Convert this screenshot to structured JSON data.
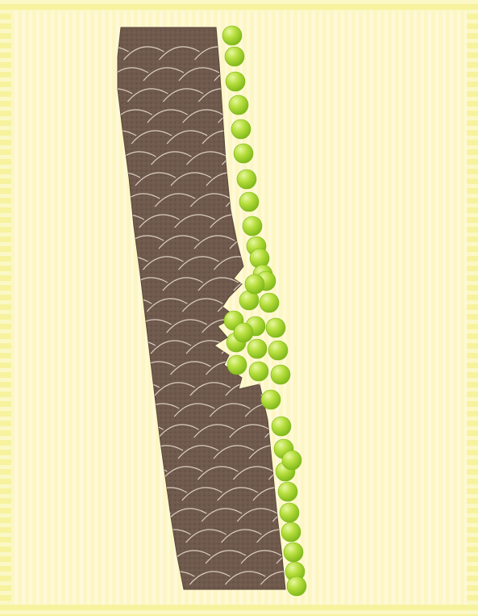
{
  "figure": {
    "subject": "hair-shaft-with-damaged-cuticle",
    "colors": {
      "frame_outer": "#f7f29e",
      "frame_stripe": "#fbf8c6",
      "panel": "#fdf6c4",
      "panel_stripe": "#fffbe0",
      "shaft_fill": "#6f5a4d",
      "shaft_dark": "#5a4639",
      "cuticle_line": "#efe3d6",
      "particle_light": "#e8f7a0",
      "particle_mid": "#b5de3c",
      "particle_dark": "#7cb518"
    },
    "particle_groups": [
      {
        "name": "single-column-top",
        "count": 13
      },
      {
        "name": "damage-cluster",
        "count": 14
      },
      {
        "name": "single-column-bottom",
        "count": 10
      }
    ]
  }
}
